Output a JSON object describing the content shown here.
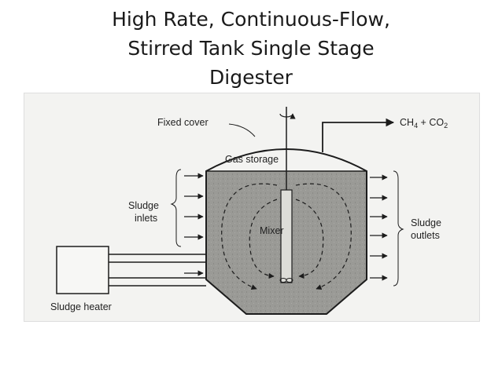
{
  "title": {
    "line1": "High Rate, Continuous-Flow,",
    "line2": "Stirred Tank Single Stage",
    "line3": "Digester"
  },
  "diagram": {
    "labels": {
      "fixed_cover": "Fixed cover",
      "gas_storage": "Gas storage",
      "mixer": "Mixer",
      "sludge_inlets_1": "Sludge",
      "sludge_inlets_2": "inlets",
      "sludge_outlets_1": "Sludge",
      "sludge_outlets_2": "outlets",
      "sludge_heater": "Sludge heater",
      "gas_outlet_main": "CH",
      "gas_outlet_sub1": "4",
      "gas_outlet_plus": " + CO",
      "gas_outlet_sub2": "2"
    },
    "colors": {
      "sludge_fill": "#9a9a96",
      "line": "#1c1c1c",
      "background": "#f3f3f1"
    }
  }
}
